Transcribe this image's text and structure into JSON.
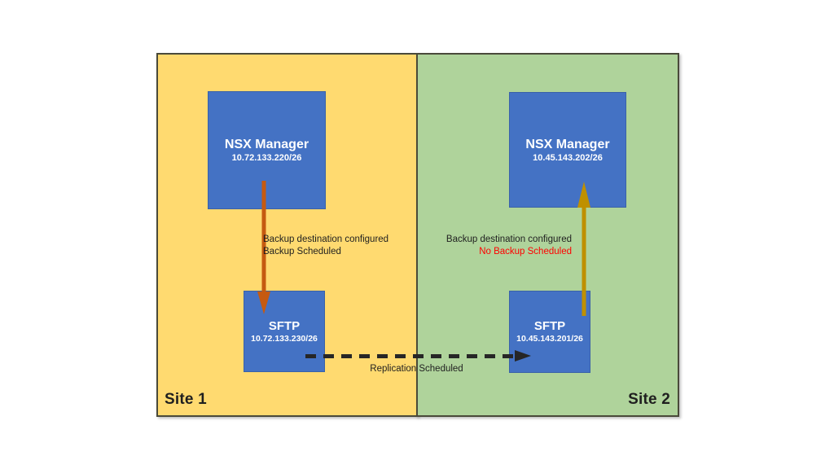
{
  "colors": {
    "site1_bg": "#ffda70",
    "site2_bg": "#afd39b",
    "node_bg": "#4472c4",
    "backup_arrow_site1": "#c55a11",
    "backup_arrow_site2": "#bf9000",
    "replication_arrow": "#262626",
    "warning_text": "#ff0000",
    "text": "#1f1f1f"
  },
  "site1": {
    "label": "Site 1",
    "nsx_manager": {
      "name": "NSX Manager",
      "ip": "10.72.133.220/26"
    },
    "sftp": {
      "name": "SFTP",
      "ip": "10.72.133.230/26"
    },
    "backup_status_line1": "Backup destination configured",
    "backup_status_line2": "Backup Scheduled"
  },
  "site2": {
    "label": "Site 2",
    "nsx_manager": {
      "name": "NSX Manager",
      "ip": "10.45.143.202/26"
    },
    "sftp": {
      "name": "SFTP",
      "ip": "10.45.143.201/26"
    },
    "backup_status_line1": "Backup destination configured",
    "backup_status_line2": "No Backup Scheduled"
  },
  "replication": {
    "label": "Replication Scheduled"
  }
}
